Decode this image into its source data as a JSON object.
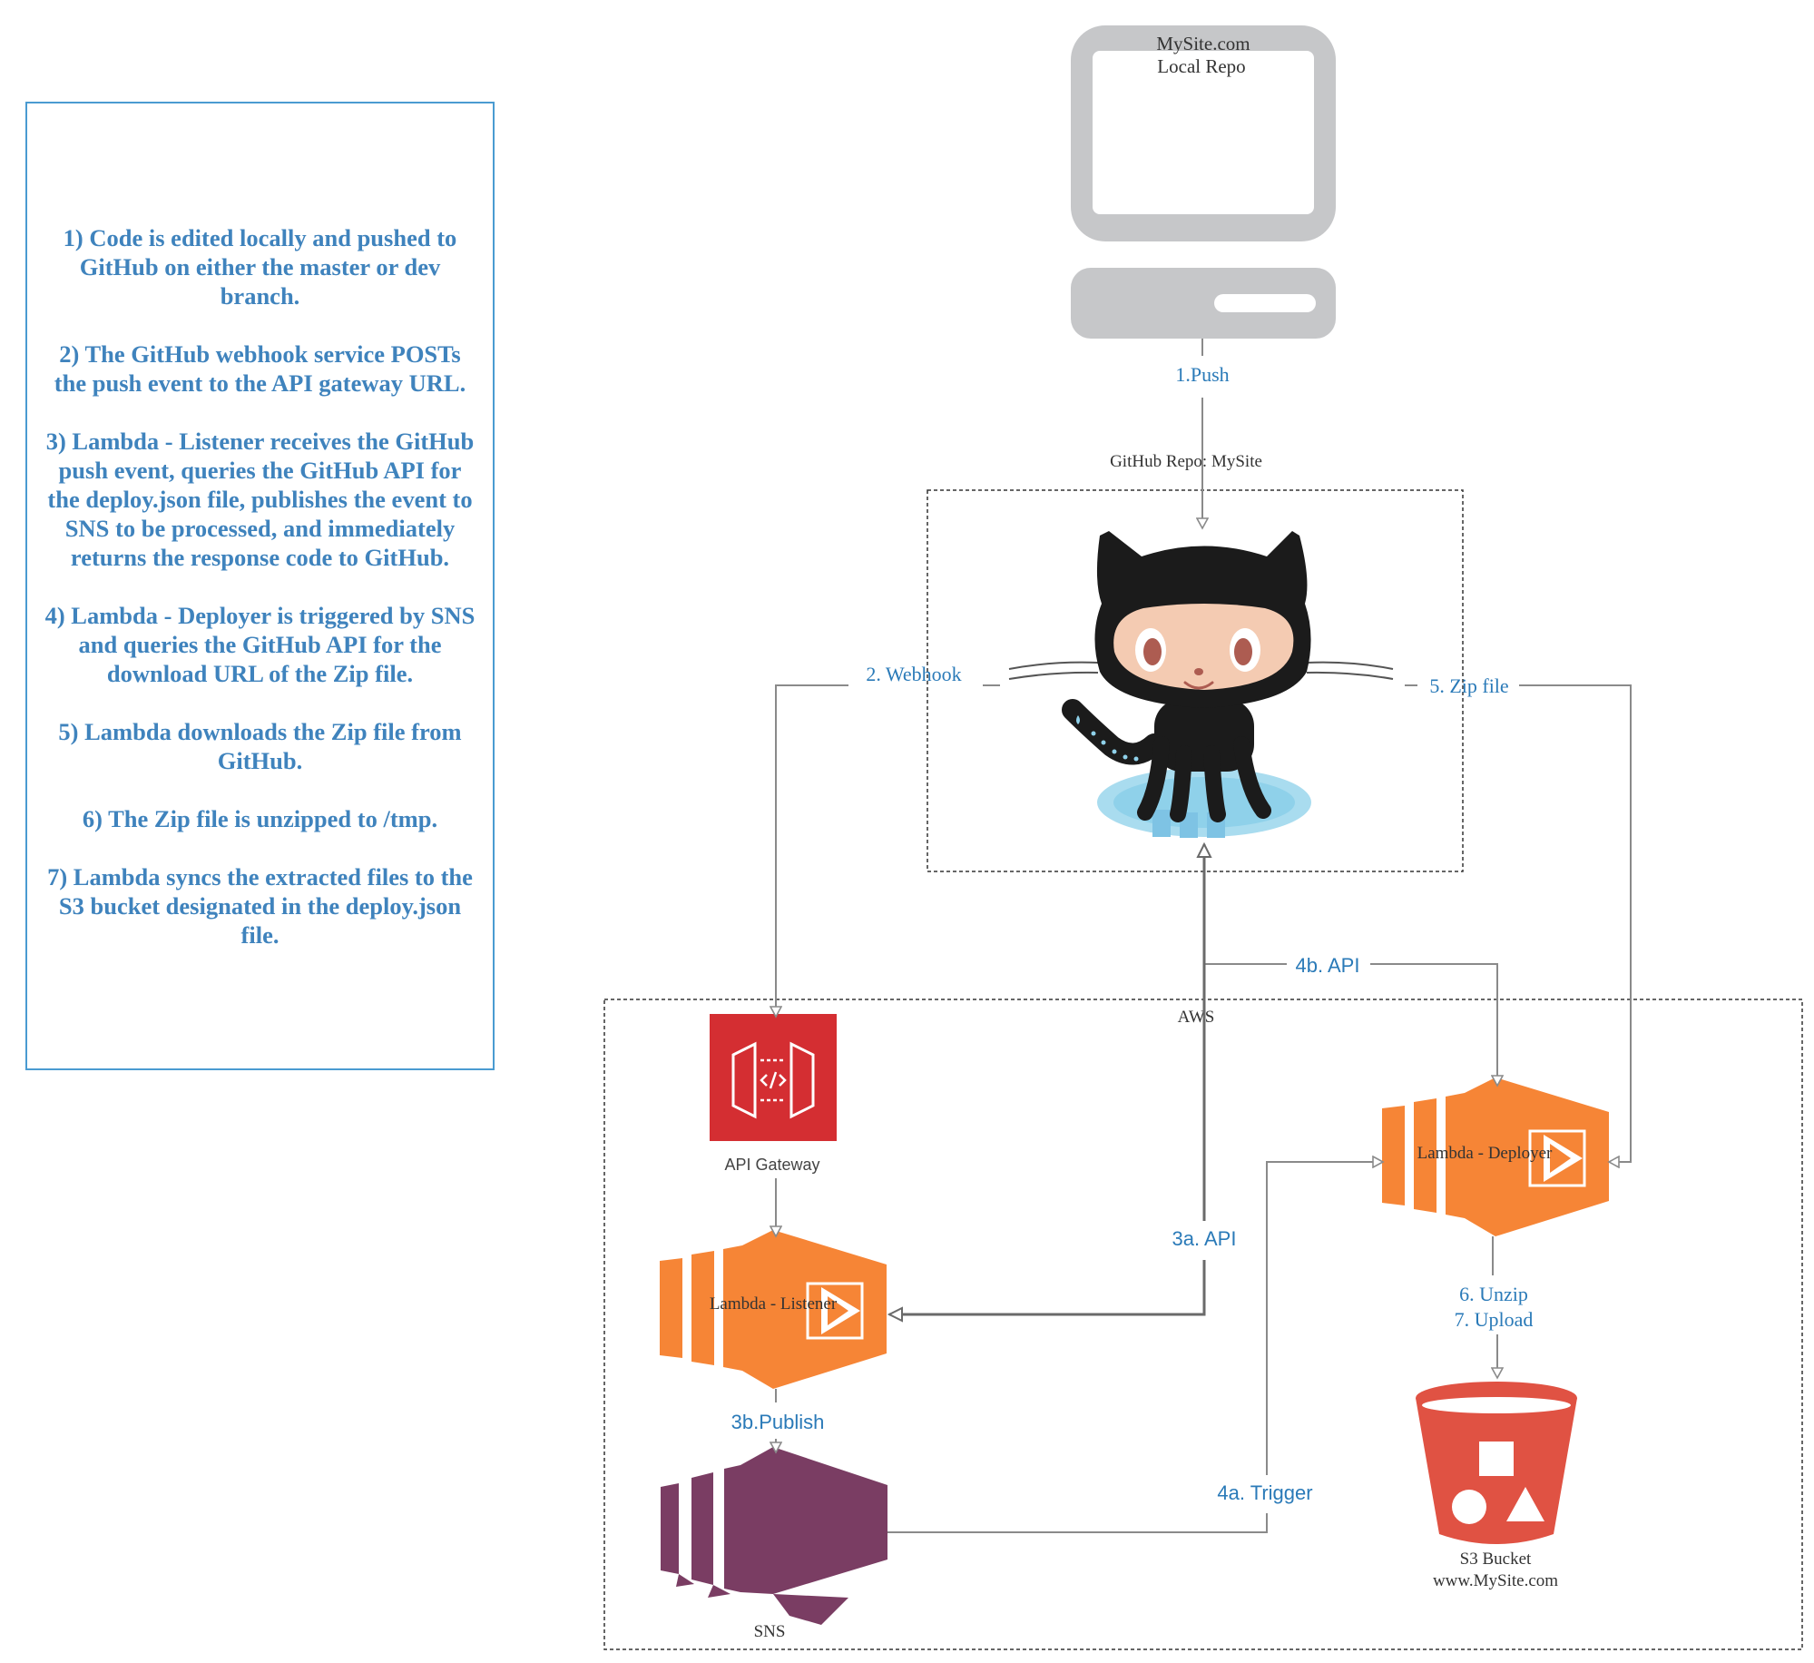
{
  "notes": [
    "1) Code is edited locally and pushed to GitHub on either the master or dev branch.",
    "2) The GitHub webhook service POSTs the push event to the API gateway URL.",
    "3) Lambda - Listener receives the GitHub push event, queries the GitHub API for the deploy.json file, publishes the event to SNS to be processed, and immediately returns the response code to GitHub.",
    "4) Lambda  - Deployer is triggered by SNS and queries the GitHub API for the download URL of the Zip file.",
    "5) Lambda  downloads the Zip file from GitHub.",
    "6) The Zip file is unzipped to /tmp.",
    "7) Lambda syncs the extracted files to the S3 bucket designated in the deploy.json file."
  ],
  "computer": {
    "line1": "MySite.com",
    "line2": "Local Repo"
  },
  "github": {
    "container_label": "GitHub Repo: MySite"
  },
  "aws": {
    "container_label": "AWS"
  },
  "nodes": {
    "api_gateway": "API Gateway",
    "lambda_listener": "Lambda - Listener",
    "lambda_deployer": "Lambda - Deployer",
    "sns": "SNS",
    "s3_line1": "S3 Bucket",
    "s3_line2": "www.MySite.com"
  },
  "edges": {
    "push": "1.Push",
    "webhook": "2. Webhook",
    "zip_file": "5. Zip file",
    "api_4b": "4b. API",
    "api_3a": "3a. API",
    "publish_3b": "3b.Publish",
    "trigger_4a": "4a. Trigger",
    "unzip": "6. Unzip",
    "upload": "7. Upload"
  },
  "colors": {
    "note_text": "#3f83bd",
    "note_border": "#4a9bd1",
    "edge_label": "#2a7ab8",
    "arrow": "#8a8a8a",
    "computer": "#c6c7c9",
    "lambda": "#f68536",
    "api_gateway": "#d42e32",
    "sns": "#7a3d63",
    "s3": "#e05243"
  }
}
